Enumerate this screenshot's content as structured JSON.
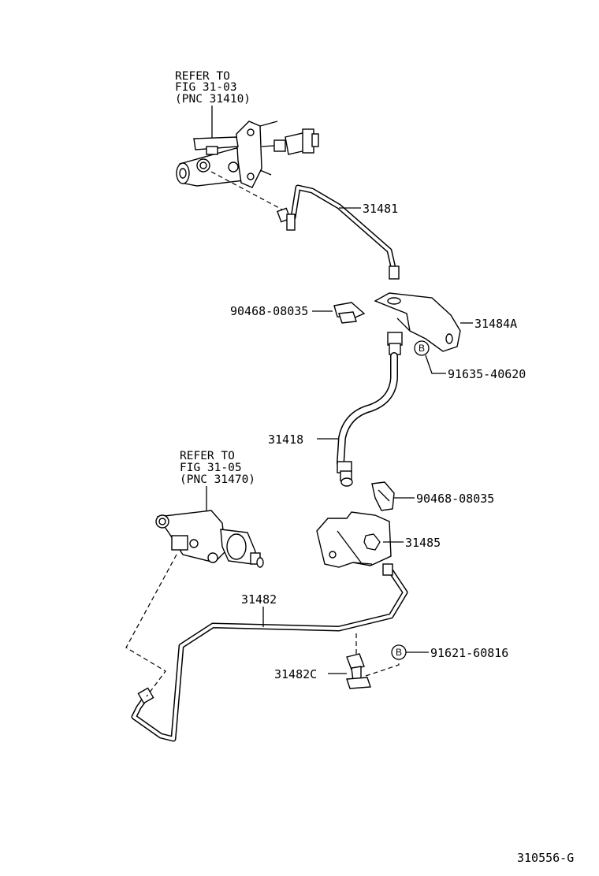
{
  "references": {
    "master_cylinder": {
      "line1": "REFER TO",
      "line2": "FIG 31-03",
      "line3": "(PNC 31410)"
    },
    "release_cylinder": {
      "line1": "REFER TO",
      "line2": "FIG 31-05",
      "line3": "(PNC 31470)"
    }
  },
  "parts": {
    "tube_upper": "31481",
    "clip_upper": "90468-08035",
    "bracket_upper": "31484A",
    "bolt_upper": "91635-40620",
    "flexible_hose": "31418",
    "clip_lower": "90468-08035",
    "bracket_lower": "31485",
    "tube_lower": "31482",
    "bolt_lower": "91621-60816",
    "clamp": "31482C"
  },
  "bolt_marker": "B",
  "figure_code": "310556-G"
}
